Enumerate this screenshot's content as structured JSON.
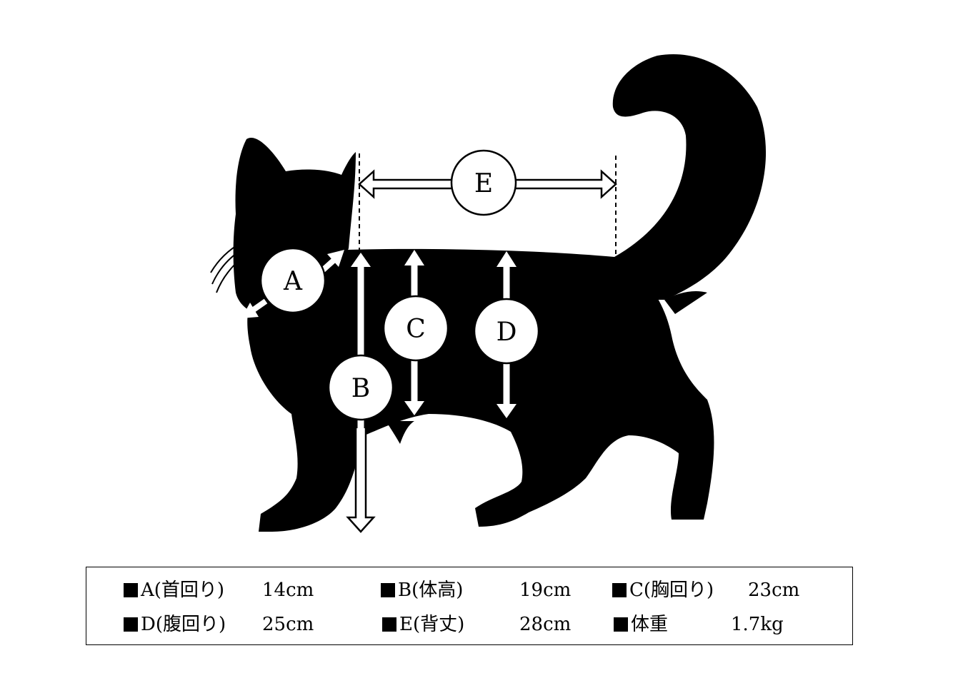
{
  "markers": {
    "a": "A",
    "b": "B",
    "c": "C",
    "d": "D",
    "e": "E"
  },
  "legend": {
    "items": [
      {
        "label": "A(首回り)",
        "value": "14cm"
      },
      {
        "label": "B(体高)",
        "value": "19cm"
      },
      {
        "label": "C(胸回り)",
        "value": "23cm"
      },
      {
        "label": "D(腹回り)",
        "value": "25cm"
      },
      {
        "label": "E(背丈)",
        "value": "28cm"
      },
      {
        "label": "体重",
        "value": "1.7kg"
      }
    ]
  },
  "colors": {
    "silhouette": "#000000",
    "marker_fill": "#ffffff"
  }
}
